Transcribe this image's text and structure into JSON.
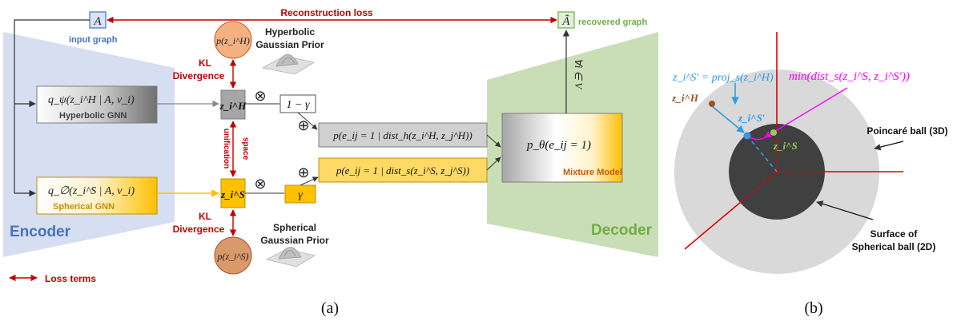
{
  "panel_a": {
    "caption": "(a)",
    "encoder_label": "Encoder",
    "decoder_label": "Decoder",
    "input_graph_symbol": "A",
    "input_graph_label": "input graph",
    "recovered_graph_symbol": "Ã",
    "recovered_graph_label": "recovered graph",
    "reconstruction_loss_label": "Reconstruction loss",
    "hyperbolic_gnn": {
      "formula": "q_ψ(z_i^H | A, v_i)",
      "label": "Hyperbolic GNN"
    },
    "spherical_gnn": {
      "formula": "q_∅(z_i^S | A, v_i)",
      "label": "Spherical GNN"
    },
    "z_hyperbolic": "z_i^H",
    "z_spherical": "z_i^S",
    "prior_hyperbolic_symbol": "p(z_i^H)",
    "prior_spherical_symbol": "p(z_i^S)",
    "hyperbolic_prior_label_line1": "Hyperbolic",
    "hyperbolic_prior_label_line2": "Gaussian Prior",
    "spherical_prior_label_line1": "Spherical",
    "spherical_prior_label_line2": "Gaussian Prior",
    "kl_label_line1": "KL",
    "kl_label_line2": "Divergence",
    "space_unification_line1": "space",
    "space_unification_line2": "unification",
    "otimes": "⊗",
    "oplus": "⊕",
    "one_minus_gamma": "1 − γ",
    "gamma": "γ",
    "prob_hyperbolic": "p(e_ij = 1 | dist_h(z_i^H, z_j^H))",
    "prob_spherical": "p(e_ij = 1 | dist_s(z_i^S, z_j^S))",
    "mixture_formula": "p_θ(e_ij = 1)",
    "mixture_label": "Mixture Model",
    "forall_label": "∀i ∈ V",
    "loss_terms_label": "Loss terms"
  },
  "panel_b": {
    "caption": "(b)",
    "projection_formula": "z_i^S′ = proj_s(z_i^H)",
    "min_dist_formula": "min(dist_s(z_i^S, z_i^S′))",
    "point_h": "z_i^H",
    "point_s_prime": "z_i^S′",
    "point_s": "z_i^S",
    "poincare_label": "Poincaré ball (3D)",
    "surface_label_line1": "Surface of",
    "surface_label_line2": "Spherical ball (2D)"
  },
  "colors": {
    "loss_red": "#c00000",
    "encoder_blue": "#d6def2",
    "decoder_green": "#c9deb6",
    "hyperbolic_gray": "#9a9a9a",
    "spherical_yellow": "#ffc000",
    "prior_orange": "#f4b183",
    "prior_brown": "#d9996b",
    "input_blue": "#4472c4",
    "recovered_green": "#70ad47",
    "mixture_orange": "#c55a11",
    "ball_light": "#d9d9d9",
    "ball_dark": "#404040",
    "proj_blue": "#2e9be6",
    "magenta": "#ff00ff",
    "point_brown": "#a0522d",
    "point_green": "#92d050"
  }
}
